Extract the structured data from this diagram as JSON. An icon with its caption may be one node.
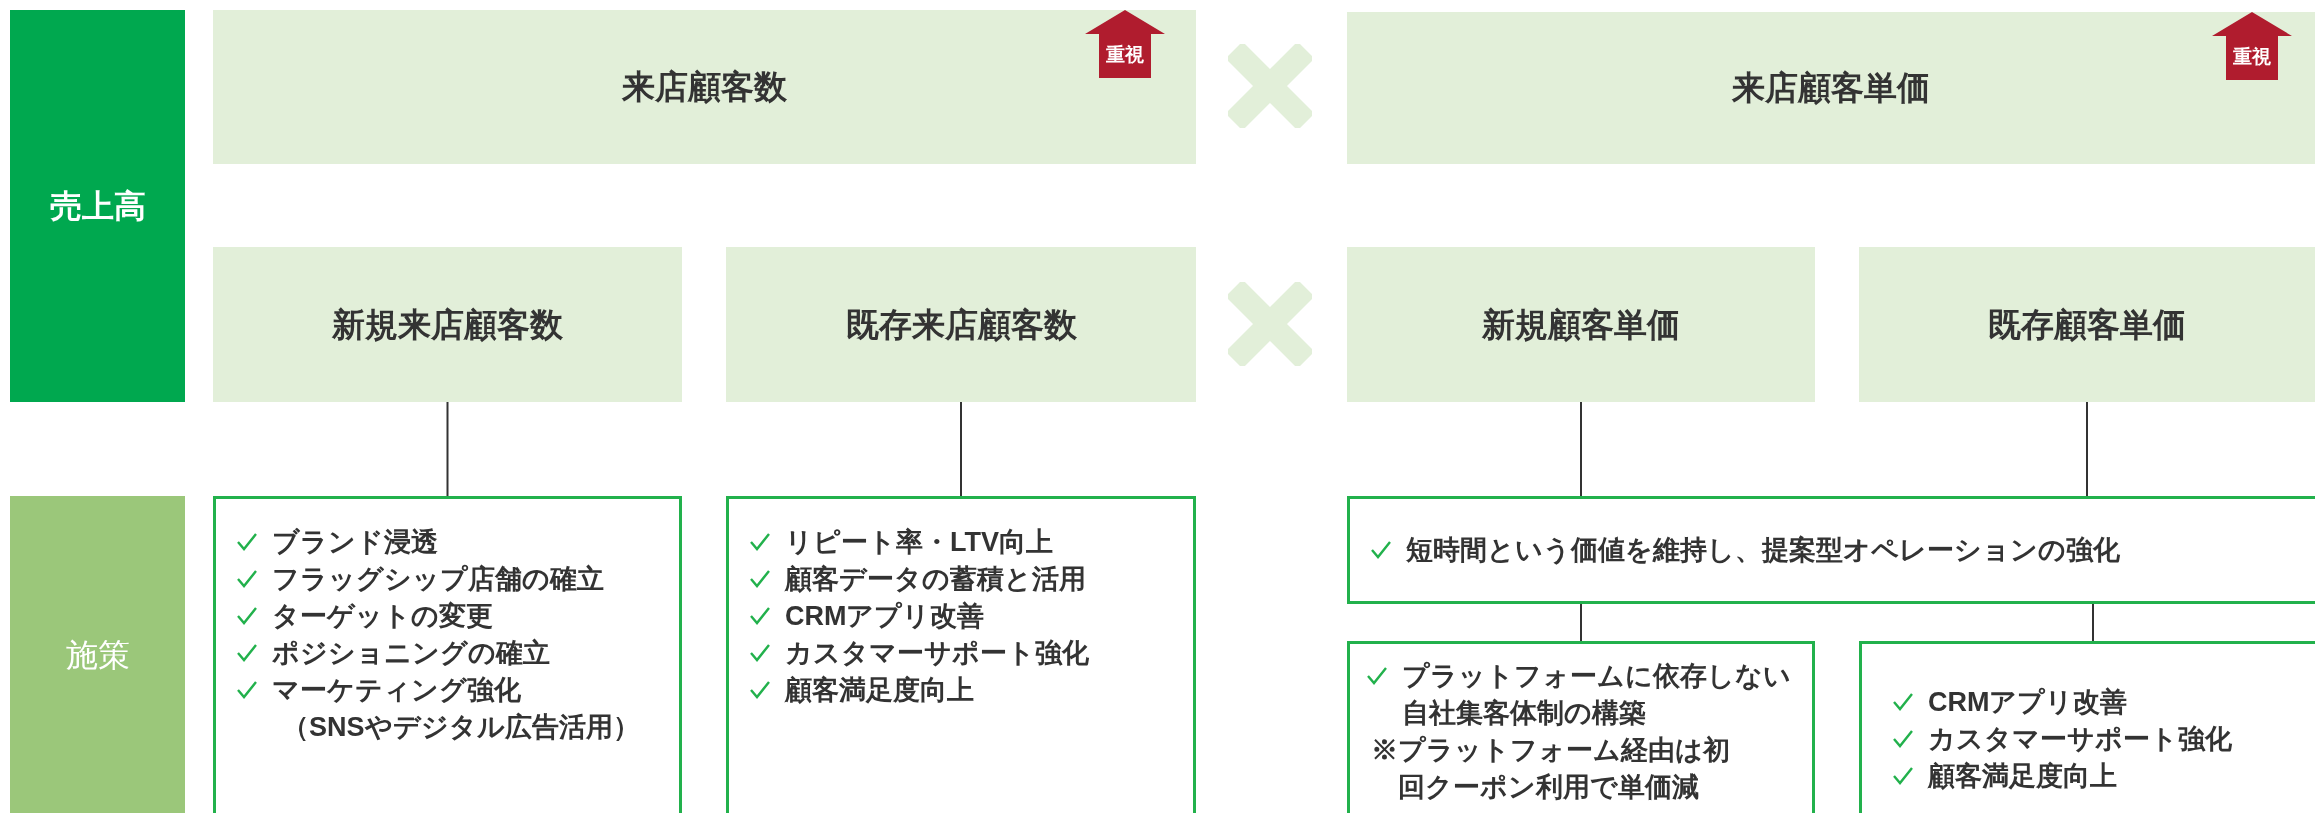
{
  "diagram": {
    "nodes": [
      {
        "text": [
          "売上高"
        ]
      },
      {
        "text": [
          "来店顧客数"
        ]
      },
      {
        "text": [
          "重視"
        ],
        "in": 1
      },
      {
        "text": [
          "来店顧客単価"
        ]
      },
      {
        "text": [
          "重視"
        ],
        "in": 3
      },
      {
        "text": [
          "新規来店顧客数"
        ]
      },
      {
        "text": [
          "既存来店顧客数"
        ]
      },
      {
        "text": [
          "新規顧客単価"
        ]
      },
      {
        "text": [
          "既存顧客単価"
        ]
      },
      {
        "text": [
          "施策"
        ]
      },
      {
        "text": [
          "ブランド浸透",
          "フラッグシップ店舗の確立",
          "ターゲットの変更",
          "ポジショニングの確立",
          "マーケティング強化",
          "（SNSやデジタル広告活用）"
        ]
      },
      {
        "text": [
          "リピート率・LTV向上",
          "顧客データの蓄積と活用",
          "CRMアプリ改善",
          "カスタマーサポート強化",
          "顧客満足度向上"
        ]
      },
      {
        "text": [
          "短時間という価値を維持し、提案型オペレーションの強化"
        ]
      },
      {
        "text": [
          "プラットフォームに依存しない自社集客体制の構築",
          "※プラットフォーム経由は初回クーポン利用で単価減"
        ]
      },
      {
        "text": [
          "CRMアプリ改善",
          "カスタマーサポート強化",
          "顧客満足度向上"
        ]
      }
    ],
    "edges": [
      {
        "from": 5,
        "to": 10,
        "arrow": "none"
      },
      {
        "from": 6,
        "to": 11,
        "arrow": "none"
      },
      {
        "from": 7,
        "to": 12,
        "arrow": "none"
      },
      {
        "from": 8,
        "to": 12,
        "arrow": "none"
      },
      {
        "from": 12,
        "to": 13,
        "arrow": "none"
      },
      {
        "from": 12,
        "to": 14,
        "arrow": "none"
      }
    ]
  }
}
